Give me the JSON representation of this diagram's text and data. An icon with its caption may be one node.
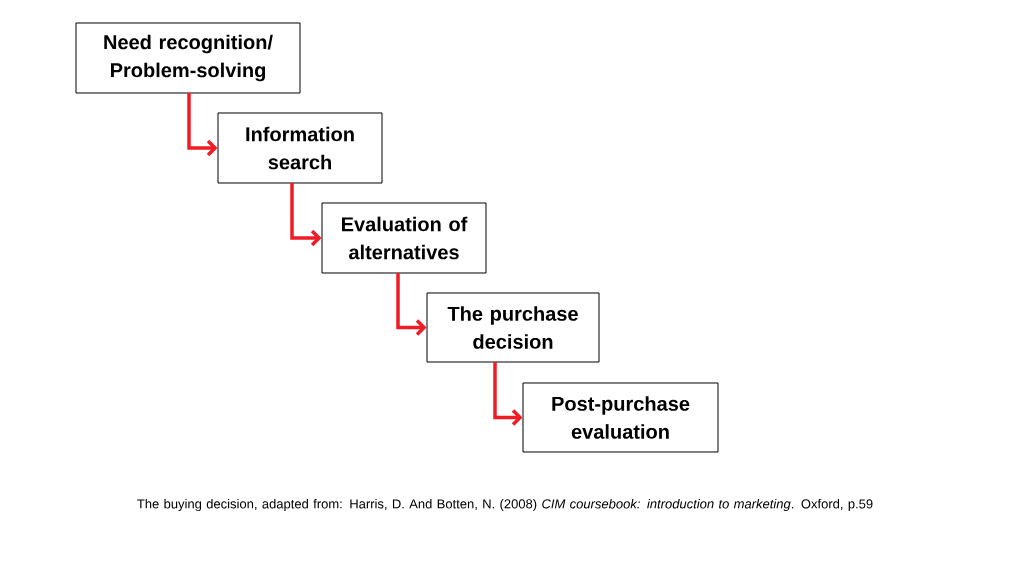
{
  "diagram": {
    "caption": "The buying decision, adapted from: Harris, D. And Botten, N. (2008) *CIM coursebook: introduction to marketing*. Oxford, p.59",
    "nodes": [
      {
        "text": [
          "Need recognition/ Problem-solving"
        ]
      },
      {
        "text": [
          "Information search"
        ]
      },
      {
        "text": [
          "Evaluation of alternatives"
        ]
      },
      {
        "text": [
          "The purchase decision"
        ]
      },
      {
        "text": [
          "Post-purchase evaluation"
        ]
      }
    ],
    "edges": [
      {
        "from": 0,
        "to": 1,
        "arrow": "to"
      },
      {
        "from": 1,
        "to": 2,
        "arrow": "to"
      },
      {
        "from": 2,
        "to": 3,
        "arrow": "to"
      },
      {
        "from": 3,
        "to": 4,
        "arrow": "to"
      }
    ]
  }
}
